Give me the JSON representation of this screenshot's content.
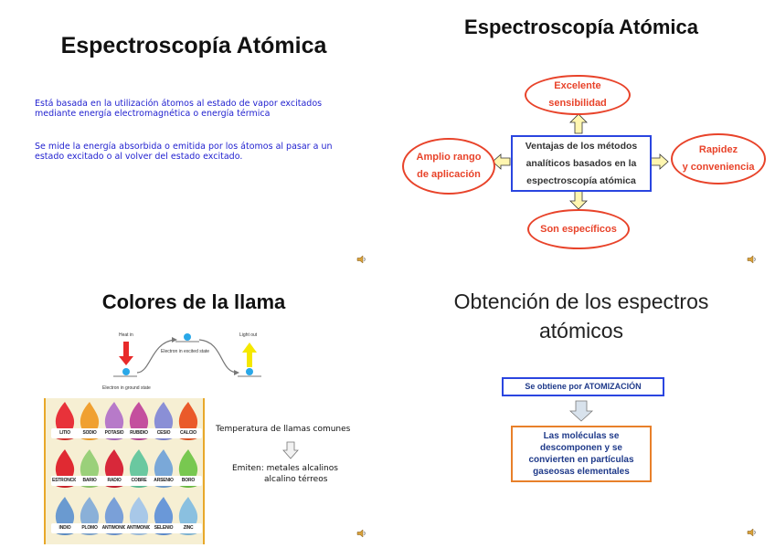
{
  "slide1": {
    "title": "Espectroscopía Atómica",
    "para1_line1": "Está basada en la utilización átomos al estado de vapor excitados",
    "para1_line2": "mediante energía electromagnética o energía térmica",
    "para2_line1": "Se mide la energía absorbida o emitida por los átomos al pasar a un",
    "para2_line2": "estado excitado o al volver del estado excitado."
  },
  "slide2": {
    "title": "Espectroscopía Atómica",
    "center_line1": "Ventajas de los métodos",
    "center_line2": "analíticos basados en la",
    "center_line3": "espectroscopía atómica",
    "top_line1": "Excelente",
    "top_line2": "sensibilidad",
    "left_line1": "Amplio rango",
    "left_line2": "de aplicación",
    "right_line1": "Rapidez",
    "right_line2": "y conveniencia",
    "bottom": "Son específicos"
  },
  "slide3": {
    "title": "Colores de la llama",
    "heat_in": "Heat in",
    "light_out": "Light out",
    "excited": "Electron in excited state",
    "ground": "Electron in ground state",
    "flames_row1": [
      "LITIO",
      "SODIO",
      "POTASIO",
      "RUBIDIO",
      "CESIO",
      "CALCIO"
    ],
    "flames_row2": [
      "ESTRONCIO",
      "BARIO",
      "RADIO",
      "COBRE",
      "ARSENIO",
      "BORO"
    ],
    "flames_row3": [
      "INDIO",
      "PLOMO",
      "ANTIMONIO",
      "ANTIMONIO",
      "SELENIO",
      "ZINC"
    ],
    "temp_text": "Temperatura de llamas comunes",
    "emit_line1": "Emiten: metales alcalinos",
    "emit_line2": "alcalino térreos"
  },
  "slide4": {
    "title_line1": "Obtención de los espectros",
    "title_line2": "atómicos",
    "blue_box": "Se obtiene por ATOMIZACIÓN",
    "orange_line1": "Las moléculas se",
    "orange_line2": "descomponen y se",
    "orange_line3": "convierten en partículas",
    "orange_line4": "gaseosas elementales"
  },
  "colors": {
    "blue_text": "#1f1fcf",
    "oval_red": "#e8432a",
    "box_blue": "#2a45e0",
    "box_orange": "#e8802a",
    "arrow_yellow": "#fff6b0"
  }
}
